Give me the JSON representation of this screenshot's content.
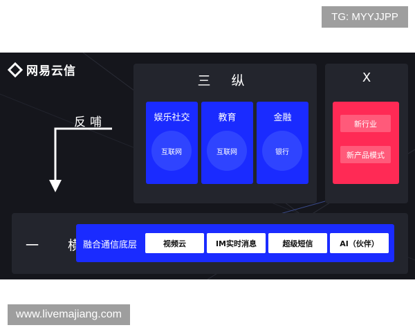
{
  "watermark_top": "TG: MYYJJPP",
  "watermark_bottom": "www.livemajiang.com",
  "logo": {
    "text": "网易云信",
    "icon": "netease-yunxin-logo-icon"
  },
  "feedback": {
    "label": "反哺",
    "icon": "arrow-down-icon"
  },
  "vertical": {
    "title": "三 纵",
    "cards": [
      {
        "title": "娱乐社交",
        "badge": "互联网"
      },
      {
        "title": "教育",
        "badge": "互联网"
      },
      {
        "title": "金融",
        "badge": "银行"
      }
    ]
  },
  "x_panel": {
    "title": "X",
    "items": [
      "新行业",
      "新产品模式"
    ]
  },
  "horizontal": {
    "label": "一 横",
    "bar_title": "融合通信底层",
    "items": [
      "视频云",
      "IM实时消息",
      "超级短信",
      "AI（伙伴）"
    ]
  },
  "colors": {
    "background": "#15161c",
    "panel": "#23252d",
    "blue": "#1a2bff",
    "pink": "#ff2a55"
  }
}
